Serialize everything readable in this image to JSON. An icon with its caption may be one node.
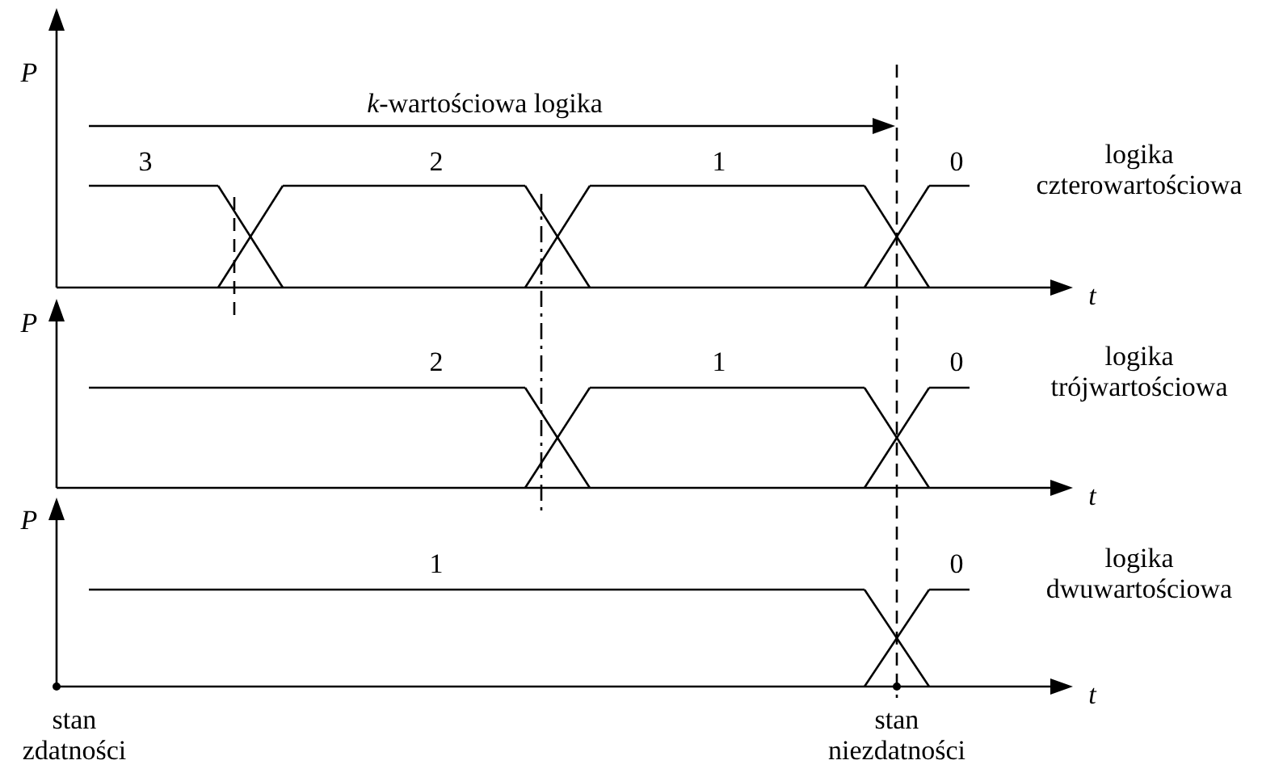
{
  "diagram": {
    "labels": [
      "P",
      "*k*-wartościowa logika",
      "3",
      "2",
      "1",
      "0",
      "logika czterowartościowa",
      "t",
      "P",
      "2",
      "1",
      "0",
      "logika trójwartościowa",
      "t",
      "P",
      "1",
      "0",
      "logika dwuwartościowa",
      "t",
      "stan zdatności",
      "stan niezdatności"
    ]
  }
}
